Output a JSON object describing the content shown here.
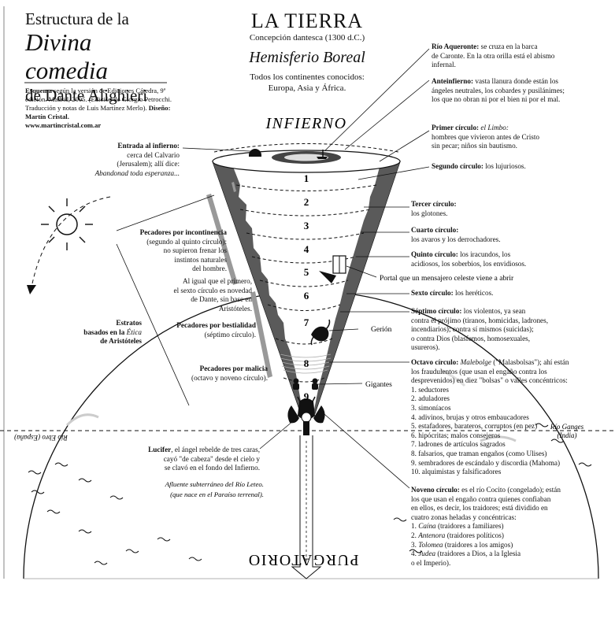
{
  "header": {
    "line1": "Estructura de la",
    "line2": "Divina comedia",
    "line3": "de Dante Alighieri",
    "meta_bold": "Esquema",
    "meta_text": " según la versión de Ediciones Cátedra, 9ª edición. Madrid, 2005. (Edición de Giorgio Petrocchi. Traducción y notas de Luis Martínez Merlo). ",
    "design_bold": "Diseño: Martín Cristal.",
    "url": "www.martincristal.com.ar"
  },
  "heading": {
    "title": "LA TIERRA",
    "subtitle": "Concepción dantesca (1300 d.C.)",
    "hemisphere": "Hemisferio Boreal",
    "continents_1": "Todos los continentes conocidos:",
    "continents_2": "Europa, Asia y África."
  },
  "labels": {
    "infierno": "INFIERNO",
    "purgatorio": "PURGATORIO",
    "rio_ebro": "Río Ebro (España)",
    "rio_ganges": "Río Ganges (India)",
    "geryon": "Gerión",
    "giants": "Gigantes",
    "portal": "Portal que un mensajero celeste viene a abrir",
    "river_1": "Afluente subterráneo del Río Leteo.",
    "river_2": "(que nace en el Paraíso terrenal)."
  },
  "circle_numbers": [
    "1",
    "2",
    "3",
    "4",
    "5",
    "6",
    "7",
    "8",
    "9"
  ],
  "left_notes": {
    "entrada_b": "Entrada al infierno:",
    "entrada_1": "cerca del Calvario",
    "entrada_2": "(Jerusalem); allí dice:",
    "entrada_3": "Abandonad toda esperanza...",
    "incont_b": "Pecadores por incontinencia",
    "incont_1": "(segundo al quinto círculo):",
    "incont_2": "no supieron frenar los",
    "incont_3": "instintos naturales",
    "incont_4": "del hombre.",
    "igual_1": "Al igual que el primero,",
    "igual_2": "el sexto círculo es novedad",
    "igual_3": "de Dante, sin base en",
    "igual_4": "Aristóteles.",
    "estratos_1": "Estratos",
    "estratos_2": "basados en la",
    "estratos_2i": "Ética",
    "estratos_3": "de Aristóteles",
    "bestial_b": "Pecadores por bestialidad",
    "bestial_1": "(séptimo círculo).",
    "malicia_b": "Pecadores por malicia",
    "malicia_1": "(octavo y noveno círculo).",
    "lucifer_b": "Lucifer",
    "lucifer_1": ", el ángel rebelde de tres caras,",
    "lucifer_2": "cayó \"de cabeza\" desde el cielo y",
    "lucifer_3": "se clavó en el fondo del Infierno."
  },
  "right_notes": {
    "aqueronte_b": "Río Aqueronte:",
    "aqueronte_1": " se cruza en la barca",
    "aqueronte_2": "de Caronte. En la otra orilla está el abismo",
    "aqueronte_3": "infernal.",
    "ante_b": "Anteinfierno:",
    "ante_1": " vasta llanura donde están los",
    "ante_2": "ángeles neutrales, los cobardes y pusilánimes;",
    "ante_3": "los que no obran ni por el bien ni por el mal.",
    "c1_b": "Primer círculo:",
    "c1_i": " el Limbo:",
    "c1_2": "hombres que vivieron antes de Cristo",
    "c1_3": "sin pecar; niños sin bautismo.",
    "c2_b": "Segundo círculo:",
    "c2_1": " los lujuriosos.",
    "c3_b": "Tercer círculo:",
    "c3_1": "los glotones.",
    "c4_b": "Cuarto círculo:",
    "c4_1": "los avaros y los derrochadores.",
    "c5_b": "Quinto círculo:",
    "c5_1": " los iracundos, los",
    "c5_2": "acidiosos, los soberbios, los envidiosos.",
    "c6_b": "Sexto círculo:",
    "c6_1": " los heréticos.",
    "c7_b": "Séptimo círculo:",
    "c7_1": " los violentos, ya sean",
    "c7_2": "contra el prójimo (tiranos, homicidas, ladrones,",
    "c7_3": "incendiarios); contra sí mismos (suicidas);",
    "c7_4": "o contra Dios (blasfemos, homosexuales,",
    "c7_5": "usureros).",
    "c8_b": "Octavo círculo:",
    "c8_i": " Malebolge",
    "c8_1": " (\"Malasbolsas\"); ahí están",
    "c8_2": "los fraudulentos (que usan el engaño contra los",
    "c8_3": "desprevenidos) en diez \"bolsas\" o valles concéntricos:",
    "bolgias": [
      "1. seductores",
      "2. aduladores",
      "3. simoníacos",
      "4. adivinos, brujas y otros embaucadores",
      "5. estafadores, barateros, corruptos (en pez)",
      "6. hipócritas; malos consejeros",
      "7. ladrones de artículos sagrados",
      "8. falsarios, que traman engaños (como Ulises)",
      "9. sembradores de escándalo y discordia (Mahoma)",
      "10. alquimistas y falsificadores"
    ],
    "c9_b": "Noveno círculo:",
    "c9_1": " es el río Cocito (congelado); están",
    "c9_2": "los que usan el engaño contra quienes confiaban",
    "c9_3": "en ellos, es decir, los traidores; está dividido en",
    "c9_4": "cuatro zonas heladas y concéntricas:",
    "zones": [
      {
        "n": "1. ",
        "name": "Caína",
        "desc": " (traidores a familiares)"
      },
      {
        "n": "2. ",
        "name": "Antenora",
        "desc": " (traidores políticos)"
      },
      {
        "n": "3. ",
        "name": "Tolomea",
        "desc": " (traidores a los amigos)"
      },
      {
        "n": "4. ",
        "name": "Judea",
        "desc": " (traidores a Dios, a la Iglesia"
      }
    ],
    "zone_tail": "o el Imperio)."
  }
}
